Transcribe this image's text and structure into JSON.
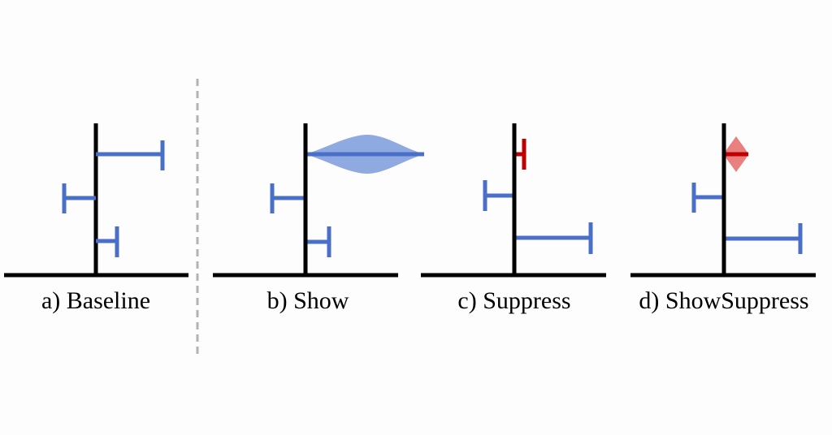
{
  "colors": {
    "axis": "#000000",
    "bar": "#4a6fc8",
    "bar_fill": "#8faae0",
    "highlight": "#c00000",
    "highlight_fill": "#e88080",
    "divider": "#b3b3b3"
  },
  "panels": [
    {
      "caption": "a) Baseline"
    },
    {
      "caption": "b) Show"
    },
    {
      "caption": "c) Suppress"
    },
    {
      "caption": "d) ShowSuppress"
    }
  ]
}
